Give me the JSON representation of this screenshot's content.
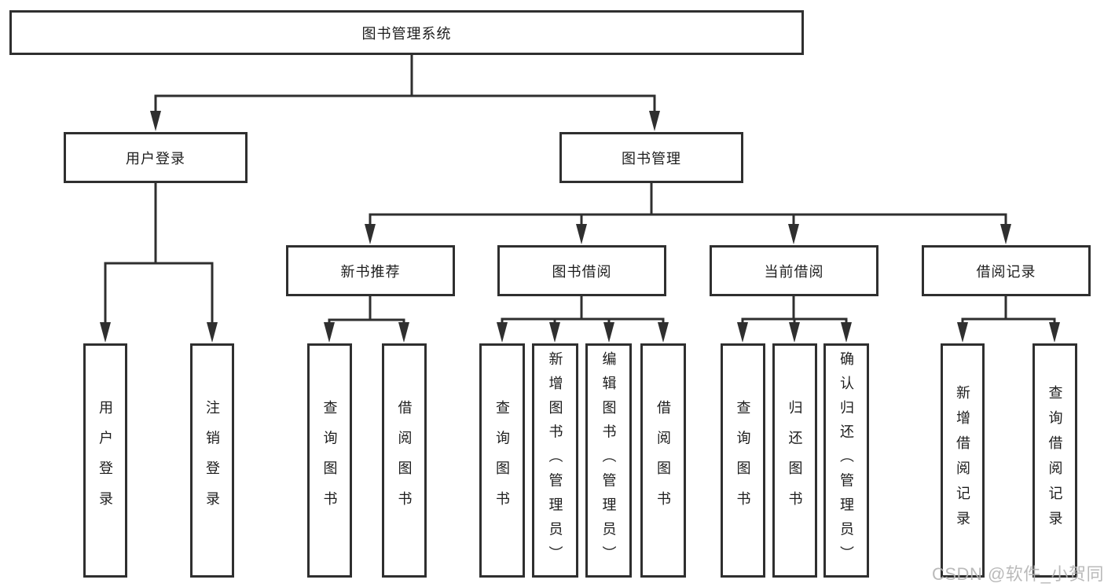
{
  "colors": {
    "stroke": "#2f2f2f",
    "text": "#1d1d1d",
    "box_fill": "#ffffff",
    "watermark": "#b2b2b2"
  },
  "nodes": {
    "root": "图书管理系统",
    "login": "用户登录",
    "mgmt": "图书管理",
    "recommend": "新书推荐",
    "borrow": "图书借阅",
    "current": "当前借阅",
    "records": "借阅记录",
    "login_children": {
      "user_login": "用户登录",
      "logout": "注销登录"
    },
    "recommend_children": {
      "query": "查询图书",
      "borrow": "借阅图书"
    },
    "borrow_children": {
      "query": "查询图书",
      "add": "新增图书（管理员）",
      "edit": "编辑图书（管理员）",
      "borrow": "借阅图书"
    },
    "current_children": {
      "query": "查询图书",
      "return": "归还图书",
      "confirm": "确认归还（管理员）"
    },
    "records_children": {
      "add": "新增借阅记录",
      "query": "查询借阅记录"
    }
  },
  "watermark": "CSDN @软件_小贺同学"
}
